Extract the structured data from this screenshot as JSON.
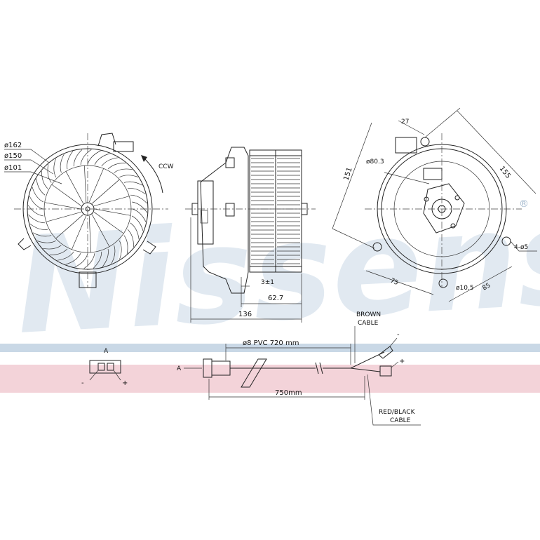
{
  "watermark": {
    "brand": "Nissens",
    "registered_mark": "®"
  },
  "colors": {
    "band_blue": "#c9d8e6",
    "band_pink": "#f3d3d9",
    "line": "#222222",
    "watermark": "#c9d8e6"
  },
  "front_view": {
    "dia_outer": "ø162",
    "dia_mid": "ø150",
    "dia_inner": "ø101",
    "rotation": "CCW"
  },
  "side_view": {
    "offset": "3±1",
    "fan_depth": "62.7",
    "total_depth": "136"
  },
  "rear_view": {
    "dim_width": "27",
    "dim_diag": "155",
    "dim_height": "151",
    "bolt_circle": "ø80.3",
    "holes": "4-ø5",
    "dim_75": "75",
    "dim_85": "85",
    "hole_dia": "ø10.5"
  },
  "wiring": {
    "connector_label": "A",
    "connector_minus": "-",
    "connector_plus": "+",
    "pvc_label": "ø8  PVC  720  mm",
    "brown_cable_line1": "BROWN",
    "brown_cable_line2": "CABLE",
    "minus": "-",
    "plus": "+",
    "length": "750mm",
    "red_black_line1": "RED/BLACK",
    "red_black_line2": "CABLE"
  }
}
